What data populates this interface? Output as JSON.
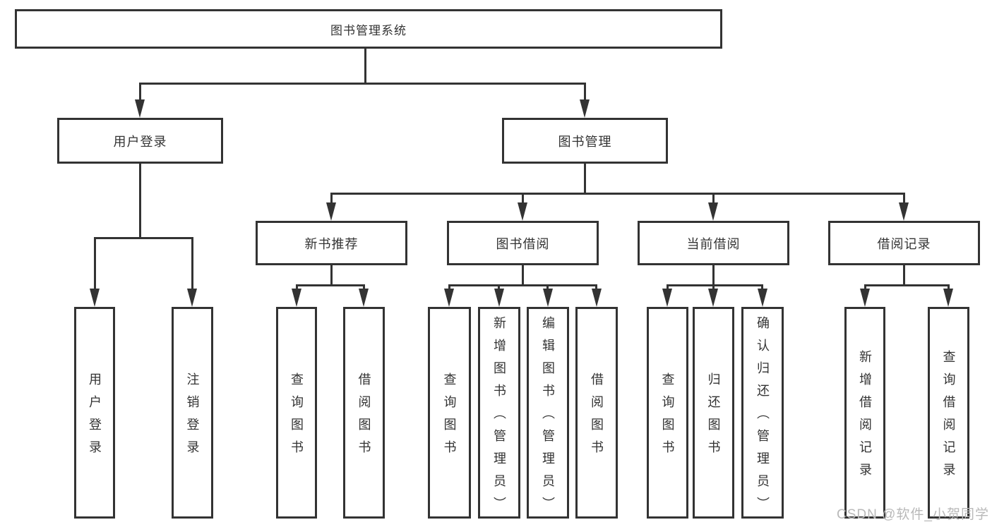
{
  "tree": {
    "label": "图书管理系统",
    "children": [
      {
        "label": "用户登录",
        "children": [
          {
            "label": "用户登录"
          },
          {
            "label": "注销登录"
          }
        ]
      },
      {
        "label": "图书管理",
        "children": [
          {
            "label": "新书推荐",
            "children": [
              {
                "label": "查询图书"
              },
              {
                "label": "借阅图书"
              }
            ]
          },
          {
            "label": "图书借阅",
            "children": [
              {
                "label": "查询图书"
              },
              {
                "label": "新增图书（管理员）"
              },
              {
                "label": "编辑图书（管理员）"
              },
              {
                "label": "借阅图书"
              }
            ]
          },
          {
            "label": "当前借阅",
            "children": [
              {
                "label": "查询图书"
              },
              {
                "label": "归还图书"
              },
              {
                "label": "确认归还（管理员）"
              }
            ]
          },
          {
            "label": "借阅记录",
            "children": [
              {
                "label": "新增借阅记录"
              },
              {
                "label": "查询借阅记录"
              }
            ]
          }
        ]
      }
    ]
  },
  "watermark": "CSDN @软件_小贺同学",
  "colors": {
    "line": "#333333",
    "text": "#333333",
    "box_background": "#ffffff",
    "page_background": "#ffffff",
    "watermark": "#b9b9b9"
  }
}
